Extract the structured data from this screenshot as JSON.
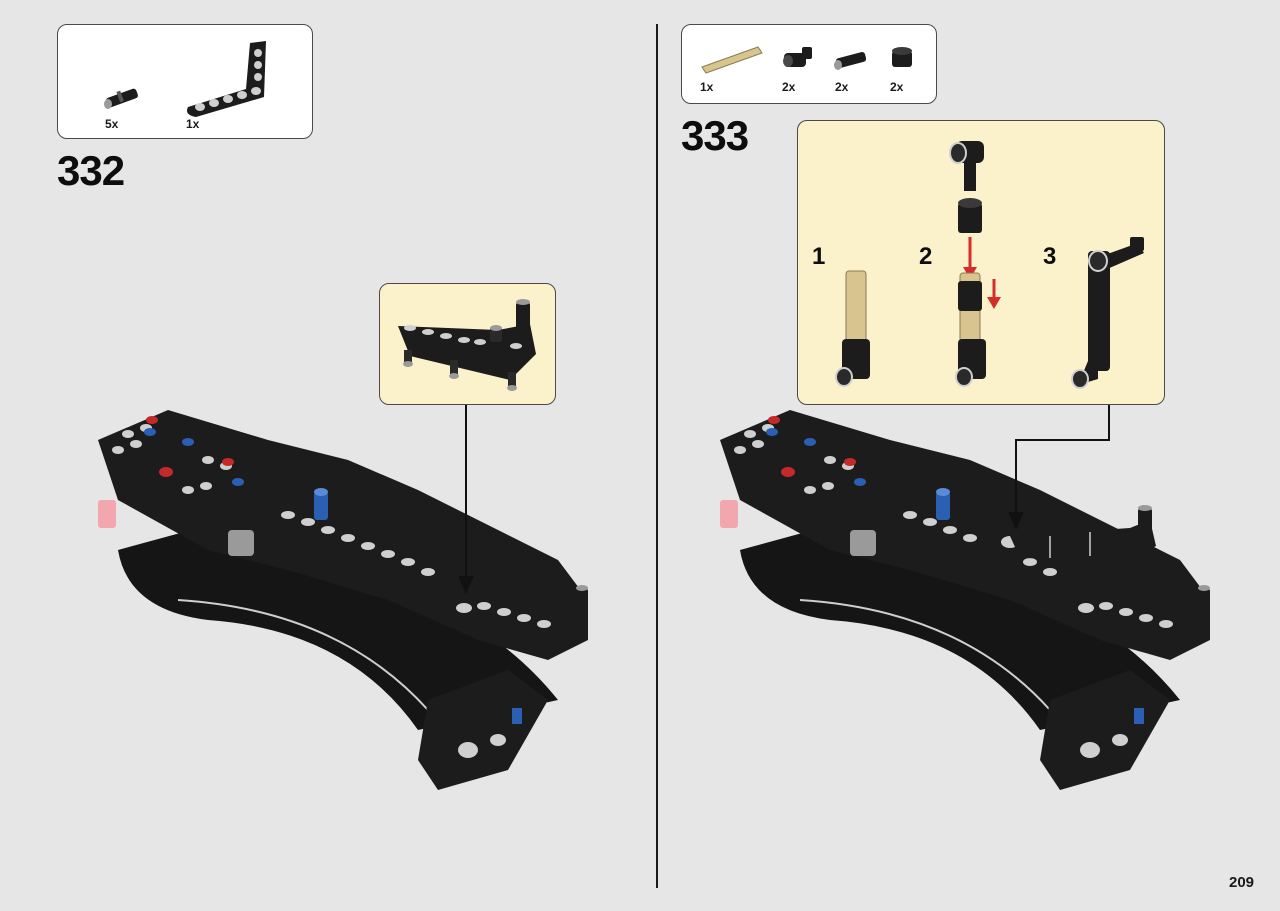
{
  "colors": {
    "background": "#e6e6e6",
    "callout_background": "#fbf2cc",
    "part_black": "#1c1c1c",
    "part_tan": "#d8c48f",
    "part_blue": "#2a5fb3",
    "part_red": "#c42a2a",
    "arrow_red": "#d62c2c"
  },
  "left_step": {
    "number": "332",
    "parts": [
      {
        "qty": "5x",
        "part": "black-connector-pin-icon"
      },
      {
        "qty": "1x",
        "part": "black-l-beam-icon"
      }
    ]
  },
  "right_step": {
    "number": "333",
    "parts": [
      {
        "qty": "1x",
        "part": "tan-axle-icon"
      },
      {
        "qty": "2x",
        "part": "black-axle-connector-icon"
      },
      {
        "qty": "2x",
        "part": "black-pin-with-axle-icon"
      },
      {
        "qty": "2x",
        "part": "black-bushing-icon"
      }
    ],
    "substeps": [
      "1",
      "2",
      "3"
    ]
  },
  "page_number": "209"
}
